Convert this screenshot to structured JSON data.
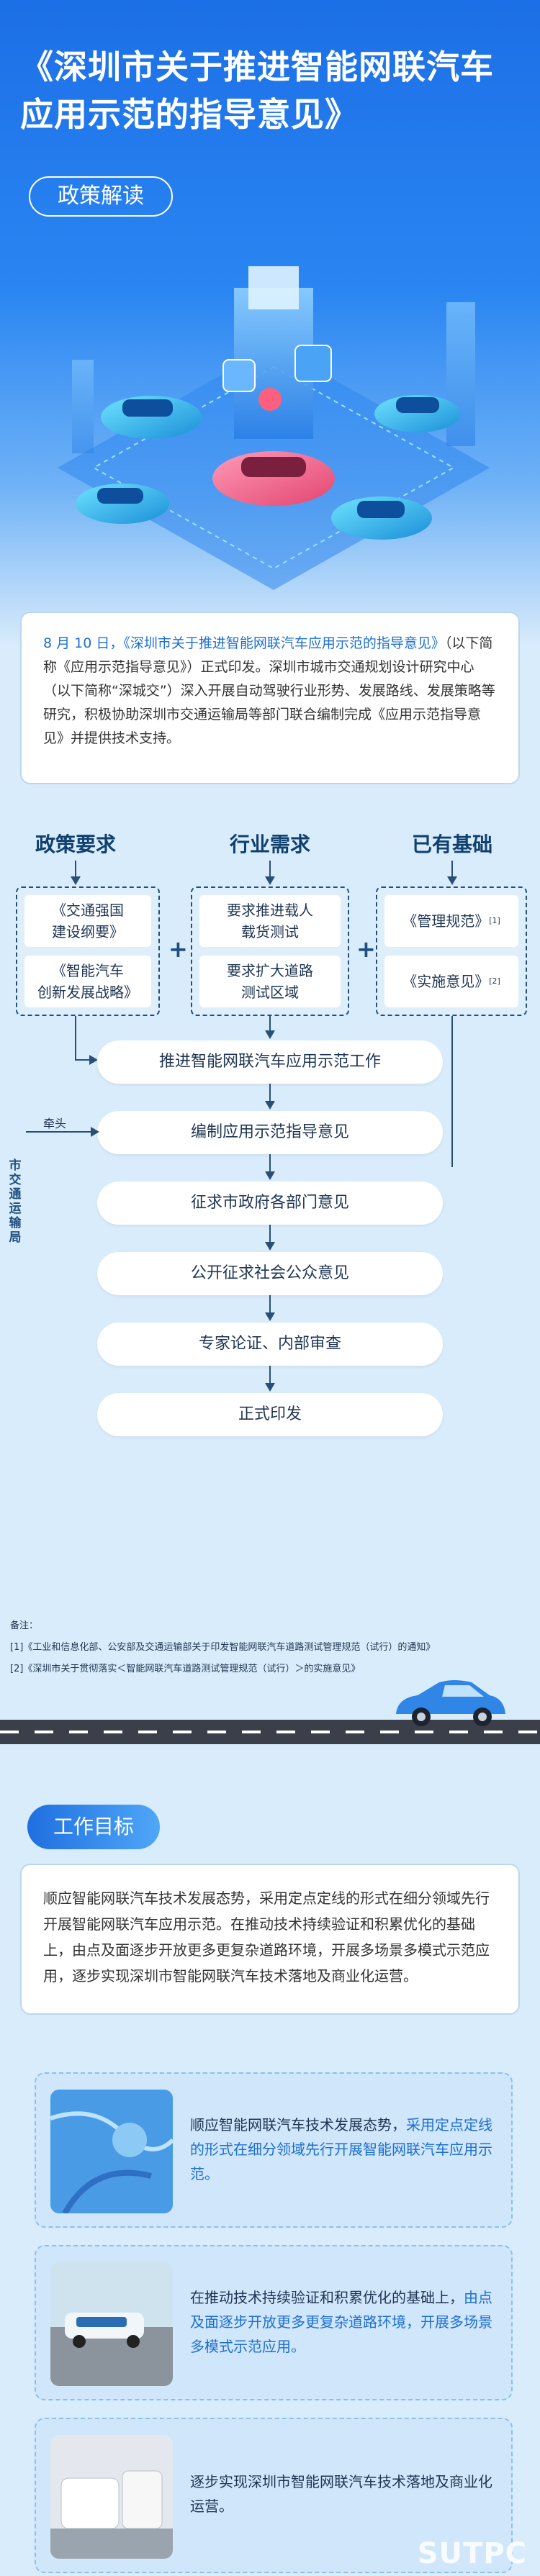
{
  "hero": {
    "title_line1": "《深圳市关于推进智能网联汽车",
    "title_line2": "应用示范的指导意见》",
    "tag": "政策解读"
  },
  "intro": {
    "date": "8 月 10 日，",
    "doc": "《深圳市关于推进智能网联汽车应用示范的指导意见》",
    "rest": "（以下简称《应用示范指导意见》）正式印发。深圳市城市交通规划设计研究中心（以下简称“深城交”）深入开展自动驾驶行业形势、发展路线、发展策略等研究，积极协助深圳市交通运输局等部门联合编制完成《应用示范指导意见》并提供技术支持。"
  },
  "flow": {
    "col1_title": "政策要求",
    "col2_title": "行业需求",
    "col3_title": "已有基础",
    "col1_items": [
      "《交通强国\n建设纲要》",
      "《智能汽车\n创新发展战略》"
    ],
    "col2_items": [
      "要求推进载人\n载货测试",
      "要求扩大道路\n测试区域"
    ],
    "col3_items": [
      "《管理规范》",
      "《实施意见》"
    ],
    "col3_refs": [
      "[1]",
      "[2]"
    ],
    "steps": [
      "推进智能网联汽车应用示范工作",
      "编制应用示范指导意见",
      "征求市政府各部门意见",
      "公开征求社会公众意见",
      "专家论证、内部审查",
      "正式印发"
    ],
    "side_label": "市交通运输局",
    "lead_label": "牵头"
  },
  "notes": {
    "title": "备注：",
    "n1": "[1]《工业和信息化部、公安部及交通运输部关于印发智能网联汽车道路测试管理规范（试行）的通知》",
    "n2": "[2]《深圳市关于贯彻落实＜智能网联汽车道路测试管理规范（试行）＞的实施意见》"
  },
  "goals": {
    "badge": "工作目标",
    "summary": "顺应智能网联汽车技术发展态势，采用定点定线的形式在细分领域先行开展智能网联汽车应用示范。在推动技术持续验证和积累优化的基础上，由点及面逐步开放更多更复杂道路环境，开展多场景多模式示范应用，逐步实现深圳市智能网联汽车技术落地及商业化运营。",
    "card1_pre": "顺应智能网联汽车技术发展态势，",
    "card1_hl": "采用定点定线的形式在细分领域先行开展智能网联汽车应用示范。",
    "card2_pre": "在推动技术持续验证和积累优化的基础上，",
    "card2_hl": "由点及面逐步开放更多更复杂道路环境，开展多场景多模式示范应用。",
    "card3_pre": "逐步实现深圳市智能网联汽车技术落地及商业化运营。",
    "card3_hl": ""
  },
  "logo": "SUTPC",
  "colors": {
    "accent": "#1e6fd0",
    "background": "#d9ecfb",
    "hero_top": "#1c6fe6"
  }
}
